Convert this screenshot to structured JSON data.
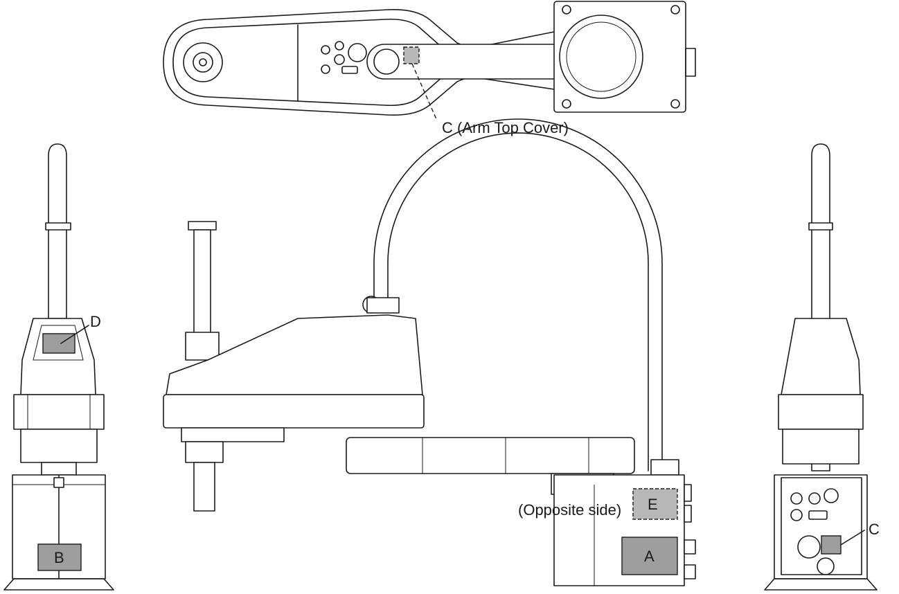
{
  "labels": {
    "c_top": "C (Arm Top Cover)",
    "d": "D",
    "b": "B",
    "a": "A",
    "e": "E",
    "opposite": "(Opposite side)",
    "c_right": "C"
  },
  "colors": {
    "line": "#1a1a1a",
    "label_box_fill": "#9e9e9e",
    "dashed_box_fill": "#b8b8b8",
    "background": "#ffffff"
  }
}
